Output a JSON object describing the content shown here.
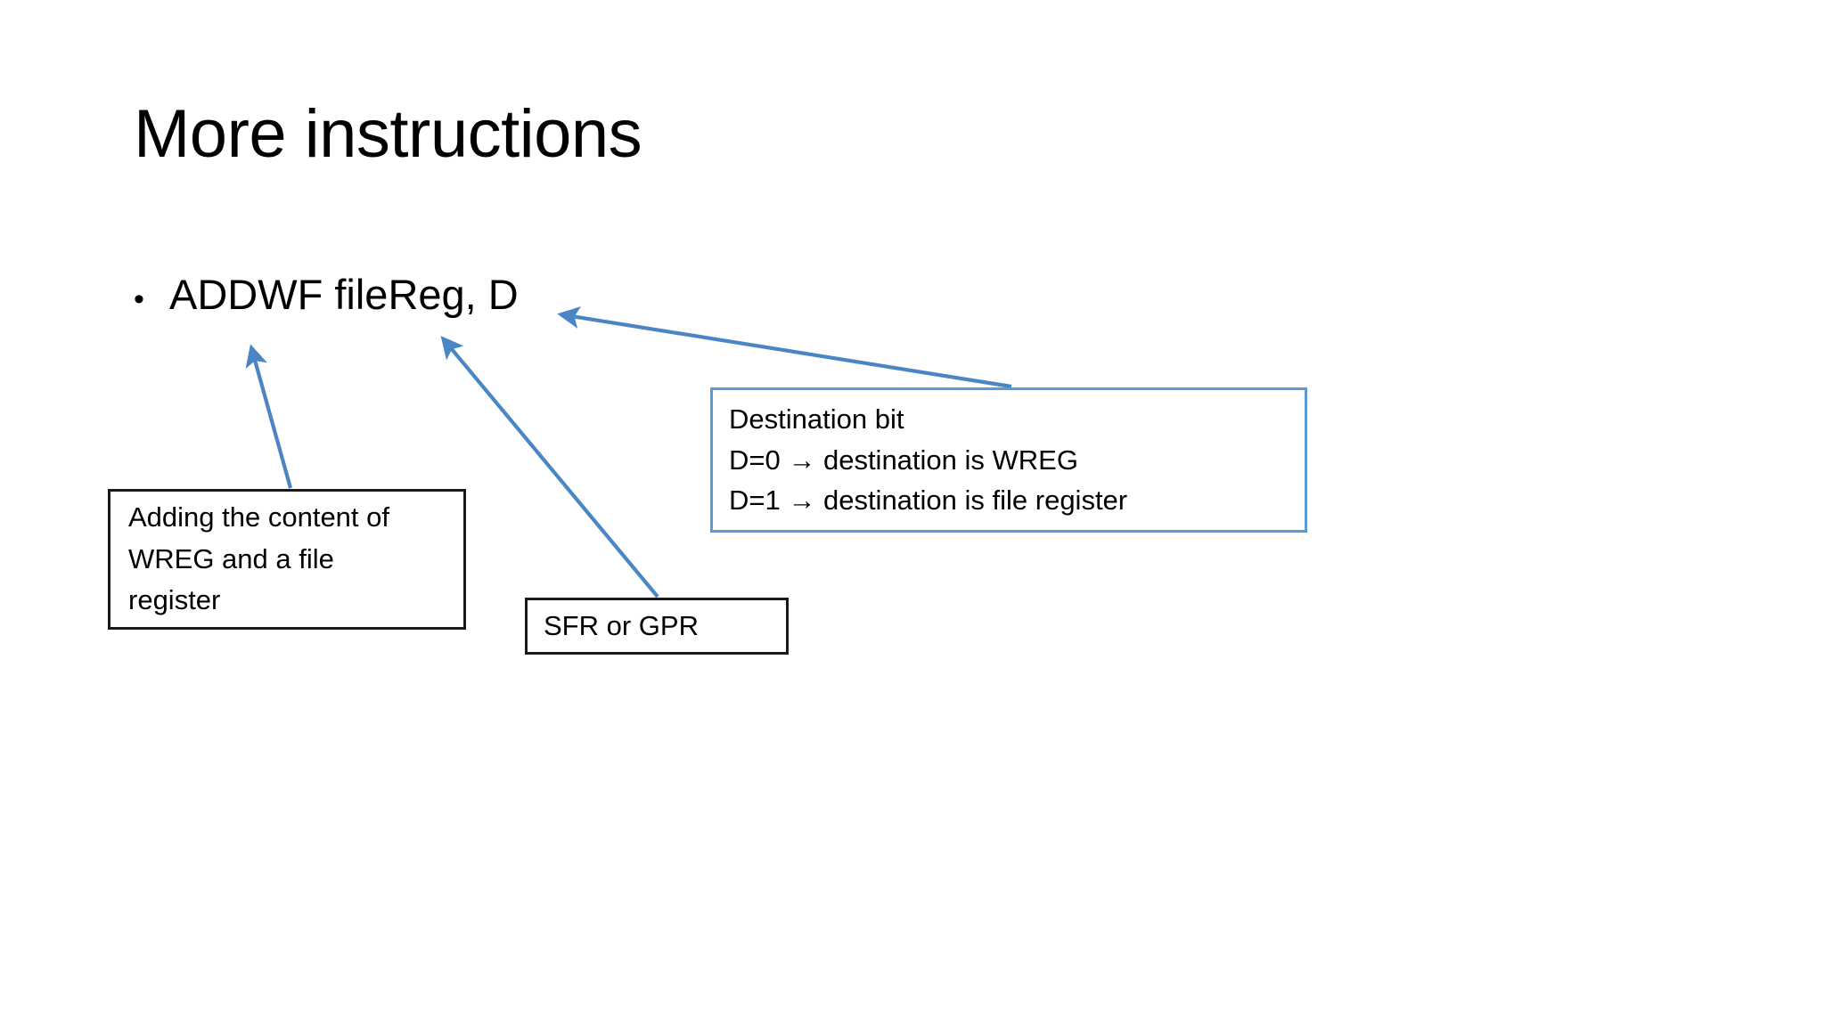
{
  "slide": {
    "title": "More instructions",
    "background_color": "#FFFFFF",
    "text_color": "#000000"
  },
  "bullets": [
    {
      "marker": "•",
      "text": "ADDWF fileReg, D"
    }
  ],
  "callouts": [
    {
      "id": "destination",
      "border_color": "#5B9BD5",
      "lines": [
        "Destination bit",
        "D=0 → destination is WREG",
        "D=1 → destination is file register"
      ]
    },
    {
      "id": "adding",
      "border_color": "#1A1A1A",
      "lines": [
        "Adding the content of",
        "WREG and a file",
        "register"
      ]
    },
    {
      "id": "sfr",
      "border_color": "#1A1A1A",
      "lines": [
        "SFR or GPR"
      ]
    }
  ],
  "connectors": {
    "color": "#4A86C5",
    "items": [
      {
        "name": "arrow-adding-to-addwf",
        "from_label": "Adding the content of WREG and a file register",
        "to_label": "ADDWF"
      },
      {
        "name": "arrow-sfr-to-filereg",
        "from_label": "SFR or GPR",
        "to_label": "fileReg"
      },
      {
        "name": "arrow-destination-to-d",
        "from_label": "Destination bit",
        "to_label": "D"
      }
    ]
  }
}
